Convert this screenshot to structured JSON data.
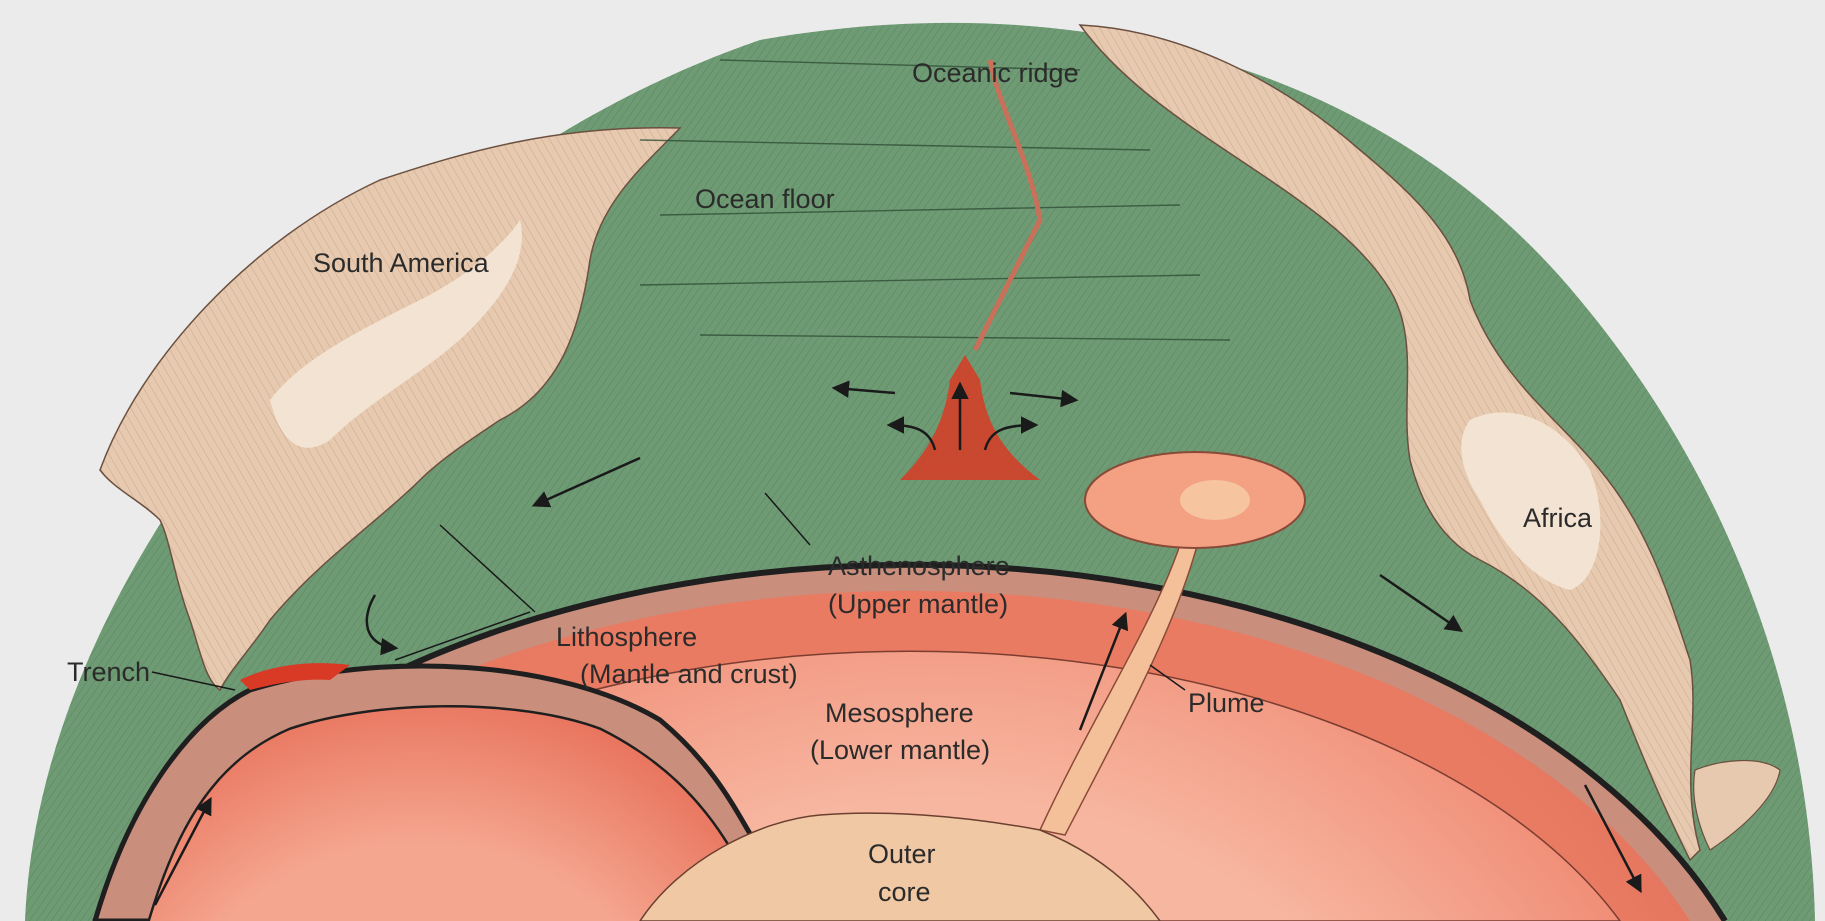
{
  "labels": {
    "oceanic_ridge": "Oceanic ridge",
    "ocean_floor": "Ocean floor",
    "south_america": "South America",
    "africa": "Africa",
    "asthenosphere_1": "Asthenosphere",
    "asthenosphere_2": "(Upper mantle)",
    "lithosphere_1": "Lithosphere",
    "lithosphere_2": "(Mantle and crust)",
    "trench": "Trench",
    "mesosphere_1": "Mesosphere",
    "mesosphere_2": "(Lower mantle)",
    "plume": "Plume",
    "core_1": "Outer",
    "core_2": "core"
  },
  "colors": {
    "background": "#ebebeb",
    "ocean": "#6e9a74",
    "continent": "#e6c9ae",
    "continent_light": "#f3e3d2",
    "lithosphere": "#c98e7c",
    "asthenosphere": "#e2735f",
    "mesosphere": "#f08a72",
    "core": "#f1c8a4",
    "magma": "#d93a25"
  }
}
